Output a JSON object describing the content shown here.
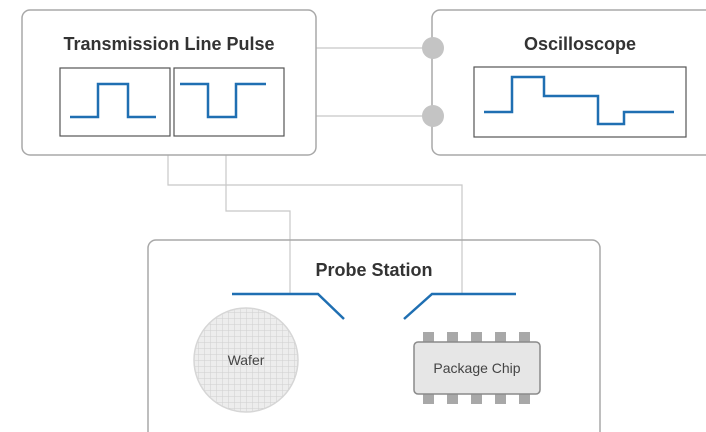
{
  "tlp": {
    "title": "Transmission Line Pulse"
  },
  "oscilloscope": {
    "title": "Oscilloscope"
  },
  "probe_station": {
    "title": "Probe Station"
  },
  "wafer": {
    "label": "Wafer"
  },
  "package_chip": {
    "label": "Package Chip"
  },
  "colors": {
    "signal": "#1f6fb2",
    "box_border": "#a8a8a8",
    "connector": "#c0c0c0",
    "chip_body": "#e6e6e6",
    "wafer_fill": "#e8e8e8"
  }
}
